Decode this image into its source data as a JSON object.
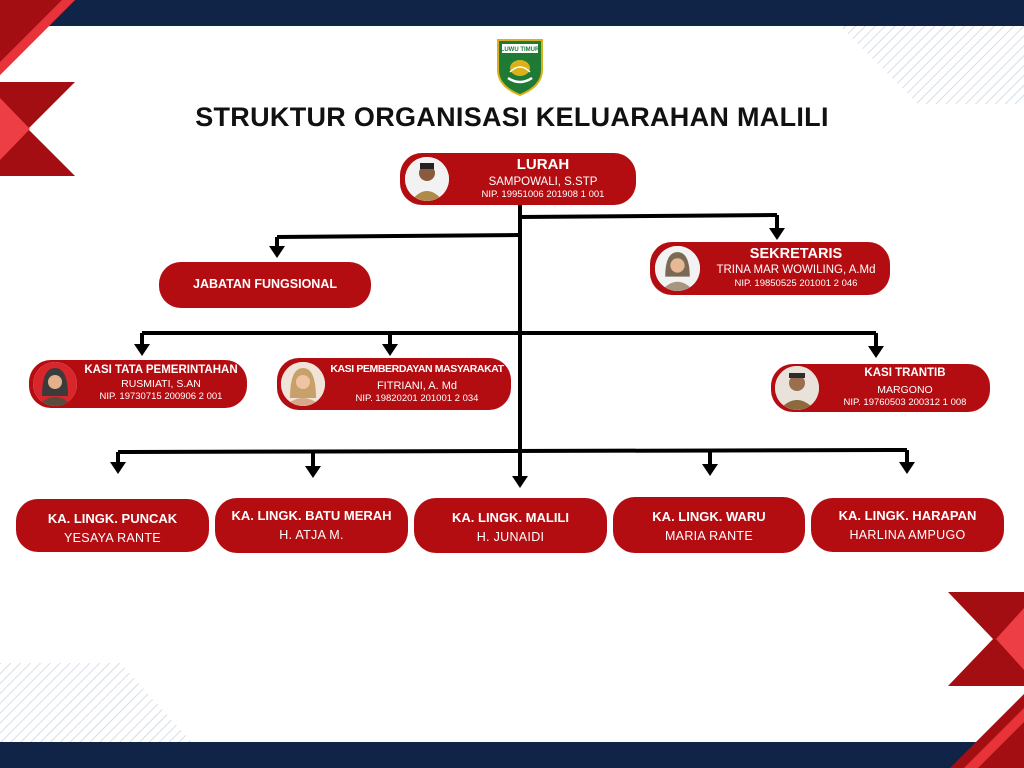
{
  "title": "STRUKTUR ORGANISASI KELUARAHAN MALILI",
  "emblem": {
    "icon": "regional-emblem-icon",
    "text": "LUWU TIMUR"
  },
  "colors": {
    "node": "#b30d12",
    "navy": "#0f2447",
    "red_light": "#ee3e45",
    "line": "#000000"
  },
  "lurah": {
    "role": "LURAH",
    "name": "SAMPOWALI, S.STP",
    "nip": "NIP. 19951006 201908 1 001"
  },
  "sekretaris": {
    "role": "SEKRETARIS",
    "name": "TRINA MAR WOWILING, A.Md",
    "nip": "NIP. 19850525 201001 2 046"
  },
  "jabatan_fungsional": {
    "label": "JABATAN FUNGSIONAL"
  },
  "kasi": [
    {
      "role": "KASI TATA PEMERINTAHAN",
      "name": "RUSMIATI, S.AN",
      "nip": "NIP. 19730715 200906 2 001"
    },
    {
      "role": "KASI PEMBERDAYAN MASYARAKAT",
      "name": "FITRIANI, A. Md",
      "nip": "NIP. 19820201 201001 2 034"
    },
    {
      "role": "KASI TRANTIB",
      "name": "MARGONO",
      "nip": "NIP. 19760503 200312 1 008"
    }
  ],
  "lingkungan": [
    {
      "role": "KA. LINGK. PUNCAK",
      "name": "YESAYA RANTE"
    },
    {
      "role": "KA. LINGK. BATU MERAH",
      "name": "H. ATJA M."
    },
    {
      "role": "KA. LINGK. MALILI",
      "name": "H. JUNAIDI"
    },
    {
      "role": "KA. LINGK. WARU",
      "name": "MARIA RANTE"
    },
    {
      "role": "KA. LINGK. HARAPAN",
      "name": "HARLINA AMPUGO"
    }
  ]
}
